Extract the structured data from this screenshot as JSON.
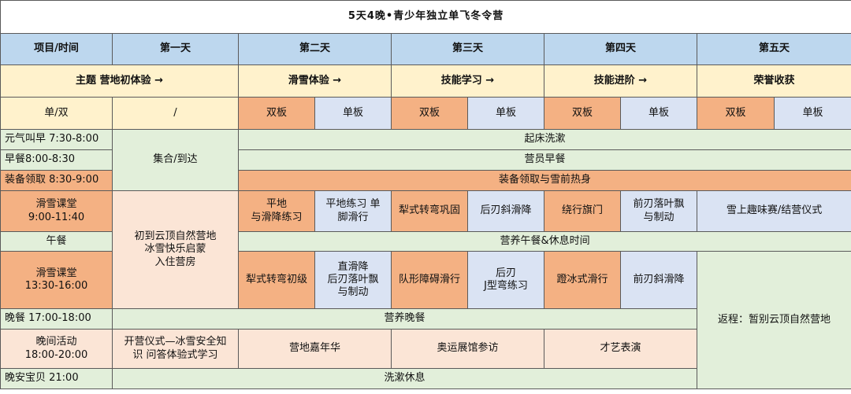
{
  "title": "5天4晚•青少年独立单飞冬令营",
  "header": {
    "project_time": "项目/时间",
    "days": [
      "第一天",
      "第二天",
      "第三天",
      "第四天",
      "第五天"
    ]
  },
  "themes": {
    "label": "主题 营地初体验 →",
    "day2": "滑雪体验 →",
    "day3": "技能学习 →",
    "day4": "技能进阶 →",
    "day5": "荣誉收获"
  },
  "board": {
    "label": "单/双",
    "day1": "/",
    "double": "双板",
    "single": "单板"
  },
  "rows": {
    "wake": {
      "time": "元气叫早 7:30-8:00",
      "content": "起床洗漱"
    },
    "breakfast": {
      "time": "早餐8:00-8:30",
      "content": "营员早餐"
    },
    "equip": {
      "time": "装备领取 8:30-9:00",
      "content": "装备领取与雪前热身"
    },
    "gather": "集合/到达",
    "morning": {
      "time1": "滑雪课堂",
      "time2": "9:00-11:40",
      "d2_double_1": "平地",
      "d2_double_2": "与滑降练习",
      "d2_single_1": "平地练习 单",
      "d2_single_2": "脚滑行",
      "d3_double": "犁式转弯巩固",
      "d3_single": "后刃斜滑降",
      "d4_double": "绕行旗门",
      "d4_single_1": "前刃落叶飘",
      "d4_single_2": "与制动",
      "d5": "雪上趣味赛/结营仪式"
    },
    "day1_arrive": {
      "line1": "初到云顶自然营地",
      "line2": "冰雪快乐启蒙",
      "line3": "入住营房"
    },
    "lunch": {
      "time": "午餐",
      "content": "营养午餐&休息时间"
    },
    "afternoon": {
      "time1": "滑雪课堂",
      "time2": "13:30-16:00",
      "d2_double": "犁式转弯初级",
      "d2_single_1": "直滑降",
      "d2_single_2": "后刃落叶飘",
      "d2_single_3": "与制动",
      "d3_double": "队形障碍滑行",
      "d3_single_1": "后刃",
      "d3_single_2": "J型弯练习",
      "d4_double": "蹬冰式滑行",
      "d4_single": "前刃斜滑降"
    },
    "return": "返程：暂别云顶自然营地",
    "dinner": {
      "time": "晚餐 17:00-18:00",
      "content": "营养晚餐"
    },
    "evening": {
      "time1": "晚间活动",
      "time2": "18:00-20:00",
      "d1_1": "开营仪式—冰雪安全知",
      "d1_2": "识 问答体验式学习",
      "d2": "营地嘉年华",
      "d3": "奥运展馆参访",
      "d4": "才艺表演"
    },
    "night": {
      "time": "晚安宝贝  21:00",
      "content": "洗漱休息"
    }
  }
}
